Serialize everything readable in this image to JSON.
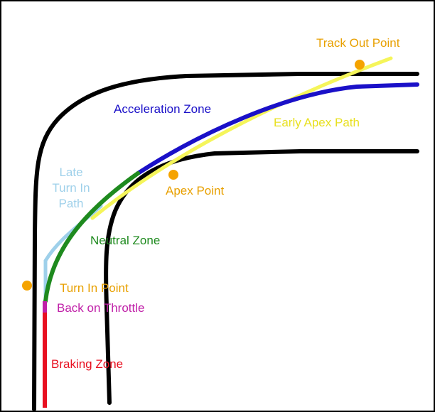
{
  "labels": {
    "track_out_point": "Track Out Point",
    "acceleration_zone": "Acceleration Zone",
    "early_apex_path": "Early Apex Path",
    "late_turn_in_path": [
      "Late",
      "Turn In",
      "Path"
    ],
    "apex_point": "Apex Point",
    "neutral_zone": "Neutral Zone",
    "turn_in_point": "Turn In Point",
    "back_on_throttle": "Back on Throttle",
    "braking_zone": "Braking Zone"
  },
  "colors": {
    "track_edge": "#000000",
    "orange_label": "#e8a000",
    "point_marker": "#f5a300",
    "acceleration": "#1a10c8",
    "early_apex": "#f5f55a",
    "late_turn_in": "#9ed0ea",
    "neutral": "#1e8a1e",
    "throttle": "#c020a8",
    "braking": "#e81020"
  }
}
